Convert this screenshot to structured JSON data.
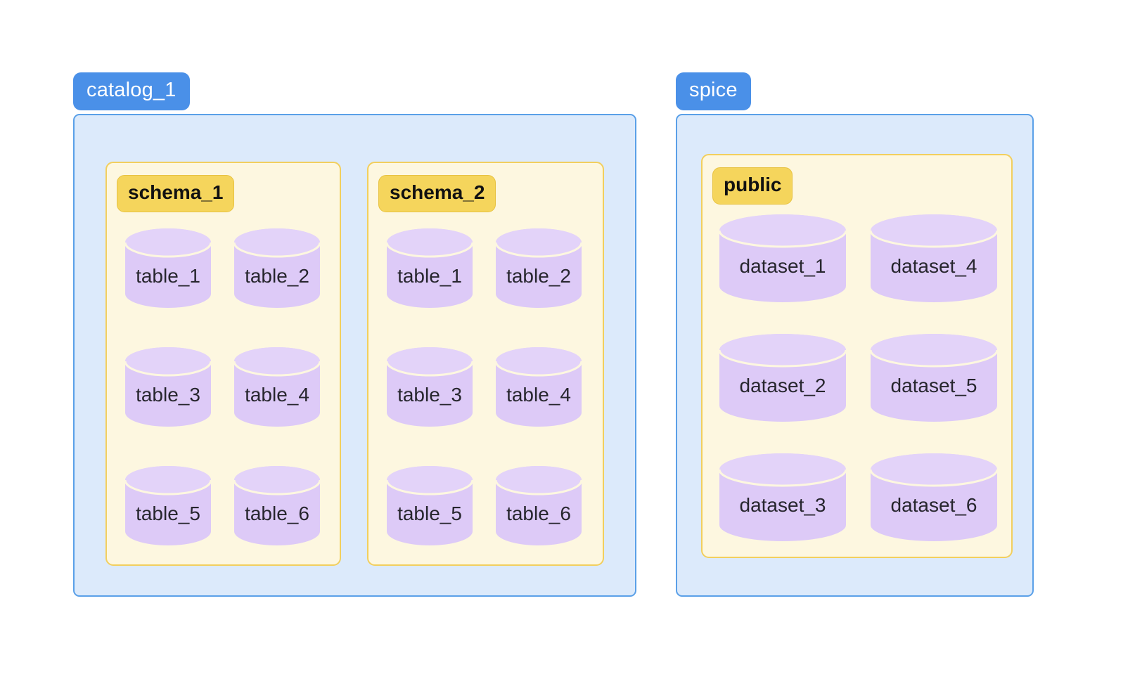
{
  "colors": {
    "group_badge_bg": "#4a90e8",
    "group_badge_text": "#ffffff",
    "group_body_bg": "#dceafb",
    "group_body_border": "#5aa0e8",
    "schema_bg": "#fdf7e0",
    "schema_border": "#f2cf5e",
    "schema_badge_bg": "#f5d55c",
    "schema_badge_text": "#111111",
    "cylinder_body": "#ddcaf7",
    "cylinder_top": "#e3d3f9",
    "cylinder_line": "#fdf7e0",
    "label_text": "#27262e",
    "page_bg": "#ffffff"
  },
  "groups": [
    {
      "name": "catalog-1",
      "badge": "catalog_1",
      "schemas": [
        {
          "name": "schema-1",
          "badge": "schema_1",
          "objects": [
            {
              "label": "table_1"
            },
            {
              "label": "table_2"
            },
            {
              "label": "table_3"
            },
            {
              "label": "table_4"
            },
            {
              "label": "table_5"
            },
            {
              "label": "table_6"
            }
          ]
        },
        {
          "name": "schema-2",
          "badge": "schema_2",
          "objects": [
            {
              "label": "table_1"
            },
            {
              "label": "table_2"
            },
            {
              "label": "table_3"
            },
            {
              "label": "table_4"
            },
            {
              "label": "table_5"
            },
            {
              "label": "table_6"
            }
          ]
        }
      ]
    },
    {
      "name": "spice",
      "badge": "spice",
      "schemas": [
        {
          "name": "public",
          "badge": "public",
          "objects": [
            {
              "label": "dataset_1"
            },
            {
              "label": "dataset_4"
            },
            {
              "label": "dataset_2"
            },
            {
              "label": "dataset_5"
            },
            {
              "label": "dataset_3"
            },
            {
              "label": "dataset_6"
            }
          ]
        }
      ]
    }
  ]
}
